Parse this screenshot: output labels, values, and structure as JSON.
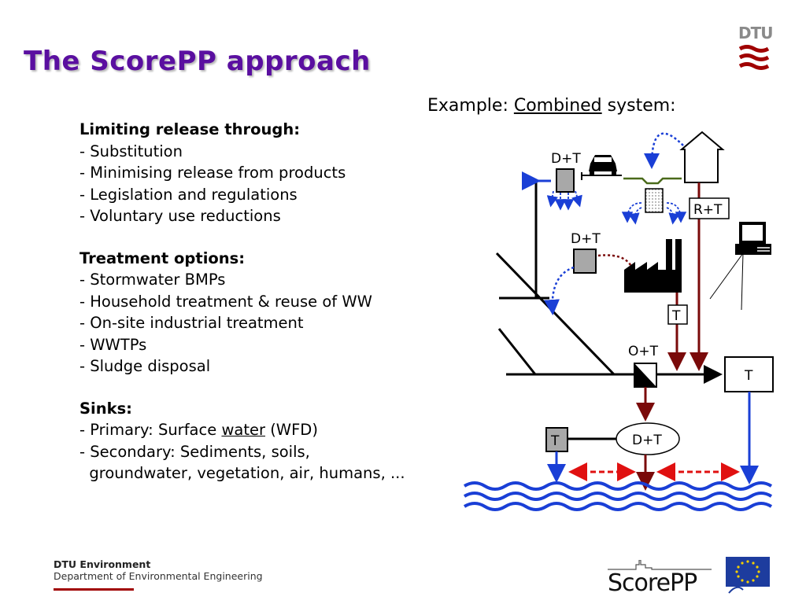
{
  "slide": {
    "title": "The ScorePP approach",
    "logo_text": "DTU"
  },
  "left_column": {
    "sections": [
      {
        "heading": "Limiting release through:",
        "lines": [
          "- Substitution",
          "- Minimising release from products",
          "- Legislation and regulations",
          "- Voluntary use reductions"
        ]
      },
      {
        "heading": "Treatment options:",
        "lines": [
          "- Stormwater BMPs",
          "- Household treatment & reuse of WW",
          "- On-site industrial treatment",
          "- WWTPs",
          "- Sludge disposal"
        ]
      },
      {
        "heading": "Sinks:",
        "lines": [
          {
            "before": "- Primary: Surface ",
            "underlined": "water",
            "after": " (WFD)"
          },
          "- Secondary: Sediments, soils,",
          "  groundwater, vegetation, air, humans, ..."
        ]
      }
    ]
  },
  "diagram": {
    "caption": {
      "before": "Example: ",
      "underlined": "Combined",
      "after": " system:"
    },
    "labels": {
      "road_dt": "D+T",
      "house_rt": "R+T",
      "industry_dt": "D+T",
      "industry_t": "T",
      "overflow_ot": "O+T",
      "wwtp_t": "T",
      "storage_dt": "D+T",
      "stormwater_t": "T"
    },
    "colors": {
      "stormwater": "#1a3fd6",
      "wastewater": "#7a0a0a",
      "exchange": "#e01010",
      "pipe": "#000000",
      "road": "#4a6a1a",
      "box_fill": "#a8a8a8"
    }
  },
  "footer": {
    "org": "DTU Environment",
    "dept": "Department of Environmental Engineering",
    "project_logo": "ScorePP"
  }
}
